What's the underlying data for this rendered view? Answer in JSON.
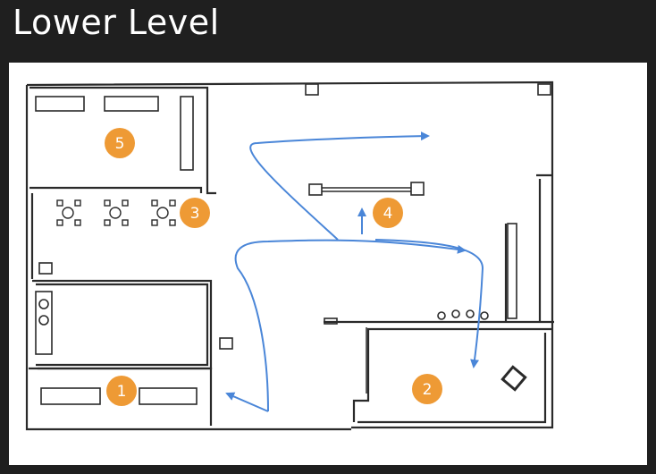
{
  "header": {
    "title": "Lower Level"
  },
  "colors": {
    "badge": "#ee9a35",
    "route": "#4a86d8",
    "wall": "#2a2a2a",
    "background": "#1f1f1f"
  },
  "markers": [
    {
      "label": "1"
    },
    {
      "label": "2"
    },
    {
      "label": "3"
    },
    {
      "label": "4"
    },
    {
      "label": "5"
    }
  ]
}
